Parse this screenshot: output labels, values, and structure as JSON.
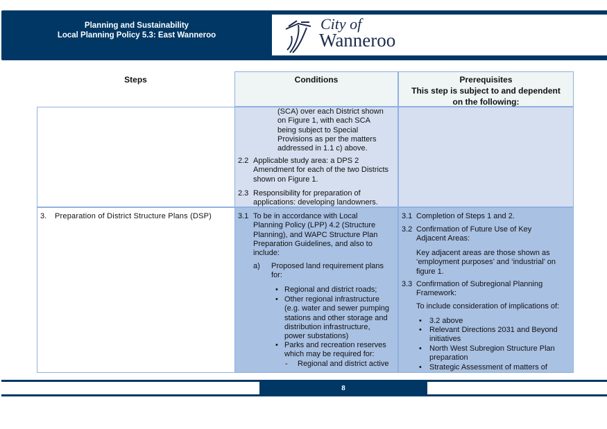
{
  "header": {
    "title": "Planning and Sustainability\nLocal Planning Policy 5.3: East Wanneroo",
    "logo_line1": "City of",
    "logo_line2": "Wanneroo"
  },
  "table": {
    "headers": {
      "steps": "Steps",
      "conditions": "Conditions",
      "prerequisites": "Prerequisites",
      "prerequisites_sub": "This step is subject to and dependent\non the following:"
    },
    "row1": {
      "conditions": {
        "continuation": "(SCA) over each District shown\non Figure 1, with each SCA\nbeing subject to Special\nProvisions as per the matters\naddressed in 1.1 c) above.",
        "item_2_2_num": "2.2",
        "item_2_2": "Applicable study area: a DPS 2\nAmendment for each of the two Districts\nshown on Figure 1.",
        "item_2_3_num": "2.3",
        "item_2_3": "Responsibility for preparation of\napplications: developing landowners."
      }
    },
    "row2": {
      "step_num": "3.",
      "step": "Preparation of  District Structure Plans (DSP)",
      "conditions": {
        "item_3_1_num": "3.1",
        "item_3_1": "To be in accordance with Local\nPlanning Policy (LPP) 4.2 (Structure\nPlanning), and WAPC Structure Plan\nPreparation Guidelines, and also to\ninclude:",
        "sub_a_label": "a)",
        "sub_a": "Proposed land requirement plans\nfor:",
        "bullets": [
          "Regional and district roads;",
          "Other regional infrastructure\n(e.g. water and sewer pumping\nstations and other storage and\ndistribution infrastructure,\npower substations)",
          "Parks and recreation reserves\nwhich may be required for:"
        ],
        "dash_item": "Regional and district active"
      },
      "prerequisites": {
        "p3_1_num": "3.1",
        "p3_1": "Completion of Steps 1 and 2.",
        "p3_2_num": "3.2",
        "p3_2": "Confirmation of Future Use of Key\nAdjacent Areas:",
        "p3_2_note": "Key adjacent areas are those shown as\n‘employment purposes’ and ‘industrial’ on\nfigure 1.",
        "p3_3_num": "3.3",
        "p3_3": "Confirmation of Subregional Planning\nFramework:",
        "p3_3_note": "To include consideration of implications of:",
        "bullets": [
          "3.2 above",
          "Relevant Directions 2031 and Beyond\ninitiatives",
          "North West Subregion Structure Plan\npreparation",
          "Strategic Assessment of matters of"
        ]
      }
    }
  },
  "footer": {
    "page_number": "8"
  },
  "colors": {
    "navy": "#003764",
    "header_cell": "#eef5f4",
    "row1_fill": "#d5dfef",
    "row2_fill": "#a9c1e3",
    "border": "#8fb0e0"
  }
}
